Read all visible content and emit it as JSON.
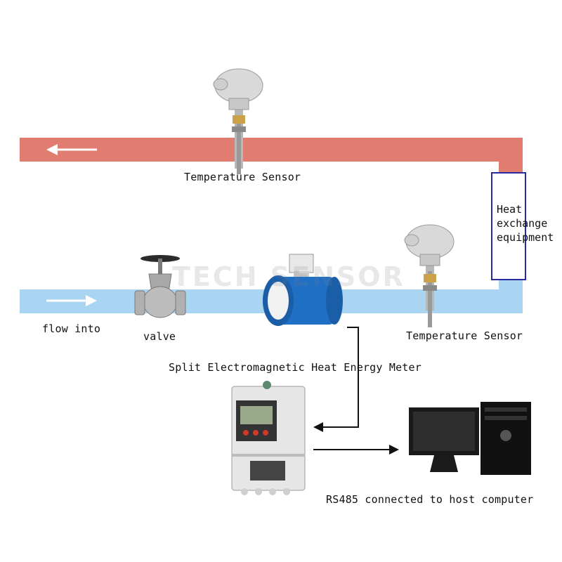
{
  "watermark": "TECH SENSOR",
  "labels": {
    "temp_sensor_top": "Temperature Sensor",
    "temp_sensor_bottom": "Temperature Sensor",
    "heat_exchange_line1": "Heat",
    "heat_exchange_line2": "exchange",
    "heat_exchange_line3": "equipment",
    "flow_into": "flow into",
    "valve": "valve",
    "meter": "Split Electromagnetic Heat Energy Meter",
    "rs485": "RS485 connected to host computer"
  },
  "colors": {
    "hot_pipe": "#e07d70",
    "cold_pipe": "#a9d4f2",
    "heat_exchanger_border": "#2a2a9c",
    "arrow": "#ffffff",
    "wire": "#111111",
    "meter_body": "#1f6fc4"
  },
  "icons": {
    "temp_sensor": "temperature-probe-icon",
    "valve": "globe-valve-icon",
    "flowmeter": "electromagnetic-flowmeter-icon",
    "converter": "converter-box-icon",
    "computer": "desktop-computer-icon"
  }
}
